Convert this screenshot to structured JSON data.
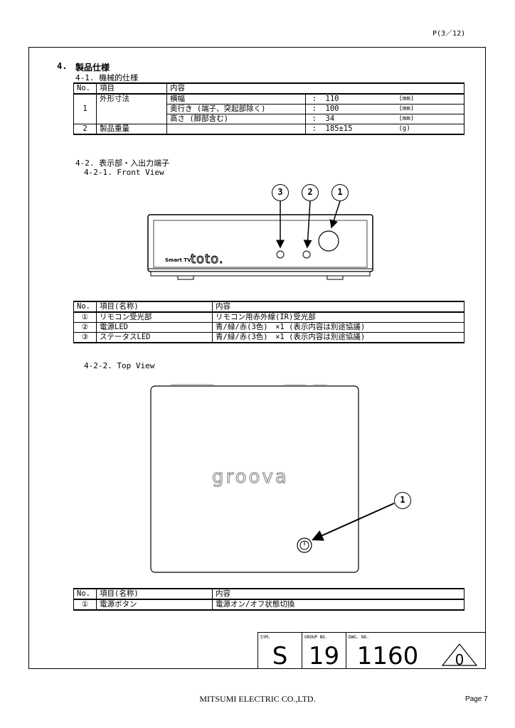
{
  "header": {
    "page_indicator": "P(3／12)"
  },
  "section": {
    "number": "4.",
    "title": "製品仕様"
  },
  "mech": {
    "subtitle": "4-1. 機械的仕様",
    "headers": [
      "No.",
      "項目",
      "内容"
    ],
    "rows": [
      {
        "no": "1",
        "item": "外形寸法",
        "desc": "横幅",
        "colon": ":",
        "value": "110",
        "unit": "(mm)"
      },
      {
        "no": "",
        "item": "",
        "desc": "奥行き (端子、突起部除く)",
        "colon": ":",
        "value": "100",
        "unit": "(mm)"
      },
      {
        "no": "",
        "item": "",
        "desc": "高さ (脚部含む)",
        "colon": ":",
        "value": "34",
        "unit": "(mm)"
      },
      {
        "no": "2",
        "item": "製品重量",
        "desc": "",
        "colon": ":",
        "value": "185±15",
        "unit": "(g)"
      }
    ]
  },
  "display": {
    "subtitle": "4-2. 表示部・入出力端子",
    "front_view_label": "4-2-1. Front View",
    "front_markers": [
      "3",
      "2",
      "1"
    ],
    "front_device_logo": "Smart TV",
    "front_device_brand": "toto.",
    "front_table": {
      "headers": [
        "No.",
        "項目(名称)",
        "内容"
      ],
      "rows": [
        {
          "no": "①",
          "name": "リモコン受光部",
          "desc": "リモコン用赤外線(IR)受光部"
        },
        {
          "no": "②",
          "name": "電源LED",
          "desc": "青/緑/赤(3色)　×1 (表示内容は別途協議)"
        },
        {
          "no": "③",
          "name": "ステータスLED",
          "desc": "青/緑/赤(3色)　×1 (表示内容は別途協議)"
        }
      ]
    },
    "top_view_label": "4-2-2. Top View",
    "top_device_brand": "groova",
    "top_marker": "1",
    "top_table": {
      "headers": [
        "No.",
        "項目(名称)",
        "内容"
      ],
      "rows": [
        {
          "no": "①",
          "name": "電源ボタン",
          "desc": "電源オン/オフ状態切換"
        }
      ]
    }
  },
  "title_block": {
    "sym_label": "SYM.",
    "sym": "S",
    "group_label": "GROUP NO.",
    "group": "19",
    "dwg_label": "DWG. NO.",
    "dwg": "1160",
    "rev": "0"
  },
  "footer": {
    "company": "MITSUMI ELECTRIC CO.,LTD.",
    "page": "Page 7"
  }
}
